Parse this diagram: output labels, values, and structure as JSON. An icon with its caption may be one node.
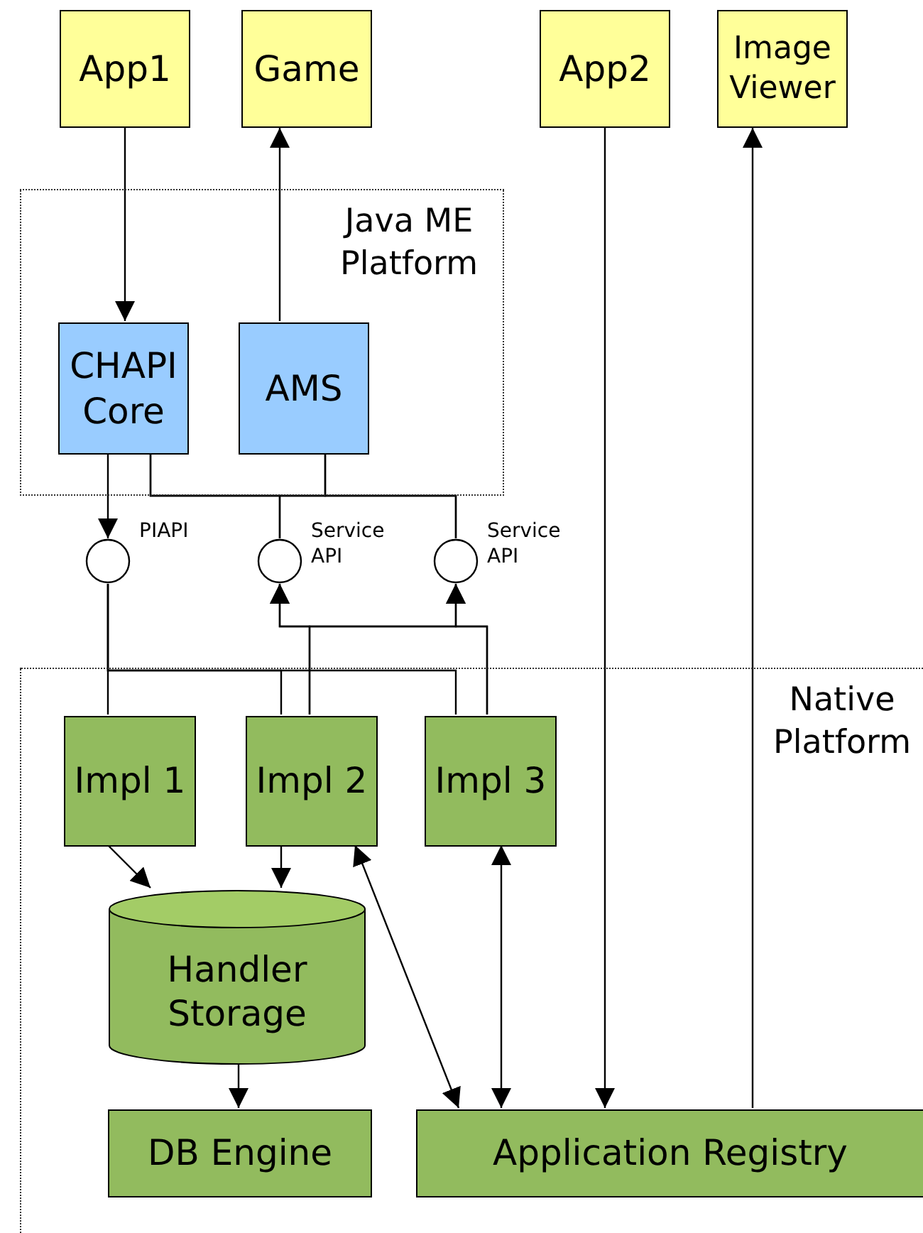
{
  "diagram": {
    "nodes": [
      {
        "text": [
          "Java ME Platform"
        ]
      },
      {
        "text": [
          "App1"
        ]
      },
      {
        "text": [
          "Game"
        ]
      },
      {
        "text": [
          "App2"
        ]
      },
      {
        "text": [
          "Image Viewer"
        ]
      },
      {
        "text": [
          "CHAPI Core"
        ],
        "in": 0
      },
      {
        "text": [
          "AMS"
        ],
        "in": 0
      },
      {
        "text": [],
        "shape": "circle",
        "beside": [
          "PIAPI"
        ]
      },
      {
        "text": [],
        "shape": "circle",
        "beside": [
          "Service API"
        ]
      },
      {
        "text": [],
        "shape": "circle",
        "beside": [
          "Service API"
        ]
      },
      {
        "text": [
          "Native Platform"
        ]
      },
      {
        "text": [
          "Impl 1"
        ],
        "in": 10
      },
      {
        "text": [
          "Impl 2"
        ],
        "in": 10
      },
      {
        "text": [
          "Impl 3"
        ],
        "in": 10
      },
      {
        "text": [
          "Handler Storage"
        ],
        "in": 10
      },
      {
        "text": [
          "DB Engine"
        ],
        "in": 10
      },
      {
        "text": [
          "Application Registry"
        ],
        "in": 10
      }
    ],
    "edges": [
      {
        "from": 1,
        "to": 5,
        "arrow": "to"
      },
      {
        "from": 6,
        "to": 2,
        "arrow": "to"
      },
      {
        "from": 5,
        "to": 7,
        "arrow": "to"
      },
      {
        "from": 7,
        "to": 11,
        "arrow": "none"
      },
      {
        "from": 7,
        "to": 12,
        "arrow": "none"
      },
      {
        "from": 7,
        "to": 13,
        "arrow": "none"
      },
      {
        "from": 5,
        "to": 8,
        "arrow": "none"
      },
      {
        "from": 5,
        "to": 9,
        "arrow": "none"
      },
      {
        "from": 6,
        "to": 8,
        "arrow": "none"
      },
      {
        "from": 6,
        "to": 9,
        "arrow": "none"
      },
      {
        "from": 12,
        "to": 8,
        "arrow": "to"
      },
      {
        "from": 12,
        "to": 9,
        "arrow": "to"
      },
      {
        "from": 13,
        "to": 8,
        "arrow": "to"
      },
      {
        "from": 13,
        "to": 9,
        "arrow": "to"
      },
      {
        "from": 11,
        "to": 14,
        "arrow": "to"
      },
      {
        "from": 12,
        "to": 14,
        "arrow": "to"
      },
      {
        "from": 12,
        "to": 16,
        "arrow": "both"
      },
      {
        "from": 13,
        "to": 16,
        "arrow": "both"
      },
      {
        "from": 14,
        "to": 15,
        "arrow": "to"
      },
      {
        "from": 3,
        "to": 16,
        "arrow": "to"
      },
      {
        "from": 16,
        "to": 4,
        "arrow": "to"
      }
    ]
  }
}
